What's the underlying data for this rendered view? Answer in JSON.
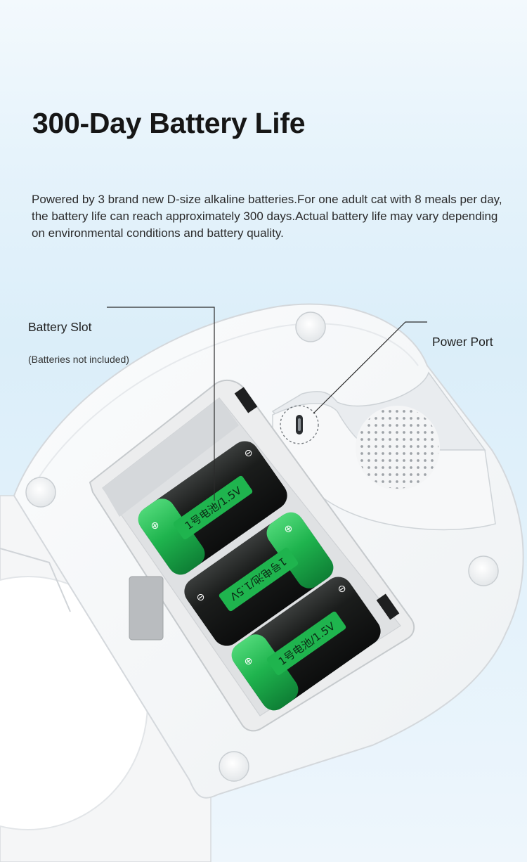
{
  "title": "300-Day Battery Life",
  "description": "Powered by 3 brand new D-size alkaline batteries.For one adult cat with 8 meals per day, the battery life can reach approximately 300 days.Actual battery life may vary depending on environmental conditions and battery quality.",
  "callouts": {
    "battery_slot": {
      "label": "Battery Slot",
      "note": "(Batteries not included)"
    },
    "power_port": {
      "label": "Power Port"
    }
  },
  "battery": {
    "label": "1号电池/1.5V",
    "count": 3,
    "negative_symbol": "⊖",
    "positive_symbol": "⊕",
    "body_color": "#1b1d1c",
    "band_color": "#1fb44e"
  },
  "icons": [
    "usb-c-port-icon",
    "speaker-grille-icon"
  ]
}
